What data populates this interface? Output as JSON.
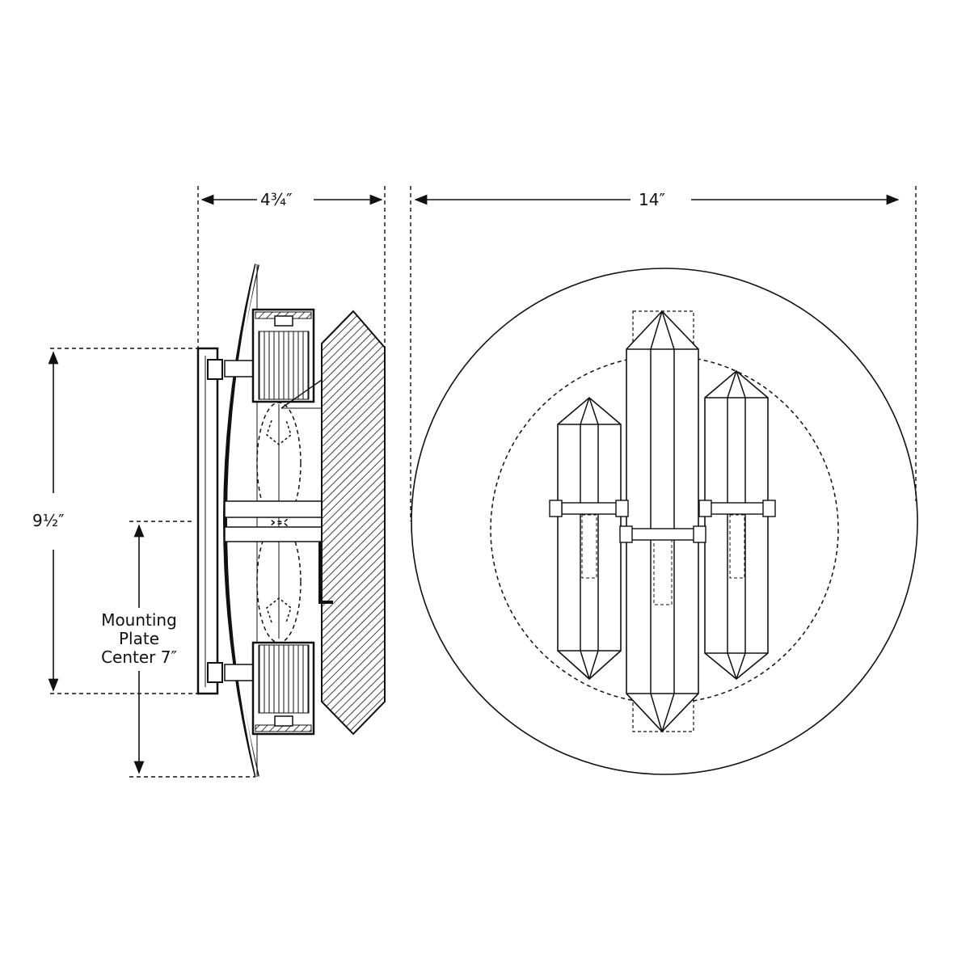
{
  "dimensions": {
    "depth": "4¾″",
    "width": "14″",
    "height": "9½″",
    "mounting_plate_line1": "Mounting",
    "mounting_plate_line2": "Plate",
    "mounting_plate_line3": "Center 7″"
  },
  "colors": {
    "line": "#111111",
    "background": "#ffffff"
  }
}
